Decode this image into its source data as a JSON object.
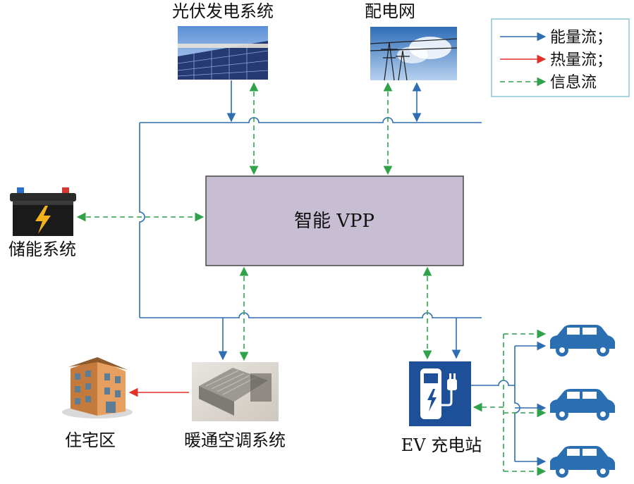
{
  "nodes": {
    "pv": {
      "label": "光伏发电系统"
    },
    "grid": {
      "label": "配电网"
    },
    "storage": {
      "label": "储能系统"
    },
    "vpp": {
      "label": "智能 VPP"
    },
    "residence": {
      "label": "住宅区"
    },
    "hvac": {
      "label": "暖通空调系统"
    },
    "ev_station": {
      "label": "EV 充电站"
    }
  },
  "legend": {
    "items": [
      {
        "label": "能量流；",
        "color": "#2e6db0",
        "style": "solid"
      },
      {
        "label": "热量流；",
        "color": "#e0312a",
        "style": "solid"
      },
      {
        "label": "信息流",
        "color": "#2fa24a",
        "style": "dashed"
      }
    ]
  },
  "colors": {
    "energy": "#2e6db0",
    "heat": "#e0312a",
    "info": "#2fa24a",
    "vpp_fill": "#c8bed3",
    "car": "#2b6fb3",
    "ev_station": "#1e4f99"
  },
  "icons": [
    "solar-panel-photo",
    "power-tower-photo",
    "battery-icon",
    "building-icon",
    "hvac-photo",
    "ev-charger-icon",
    "car-icon"
  ]
}
